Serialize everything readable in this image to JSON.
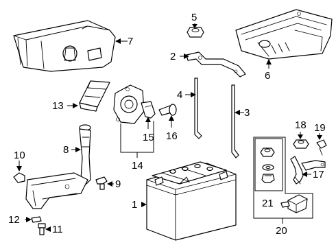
{
  "callouts": [
    "1",
    "2",
    "3",
    "4",
    "5",
    "6",
    "7",
    "8",
    "9",
    "10",
    "11",
    "12",
    "13",
    "14",
    "15",
    "16",
    "17",
    "18",
    "19",
    "20",
    "21"
  ],
  "colors": {
    "line": "#000000",
    "background": "#ffffff",
    "shading": "#d9d9d9"
  }
}
